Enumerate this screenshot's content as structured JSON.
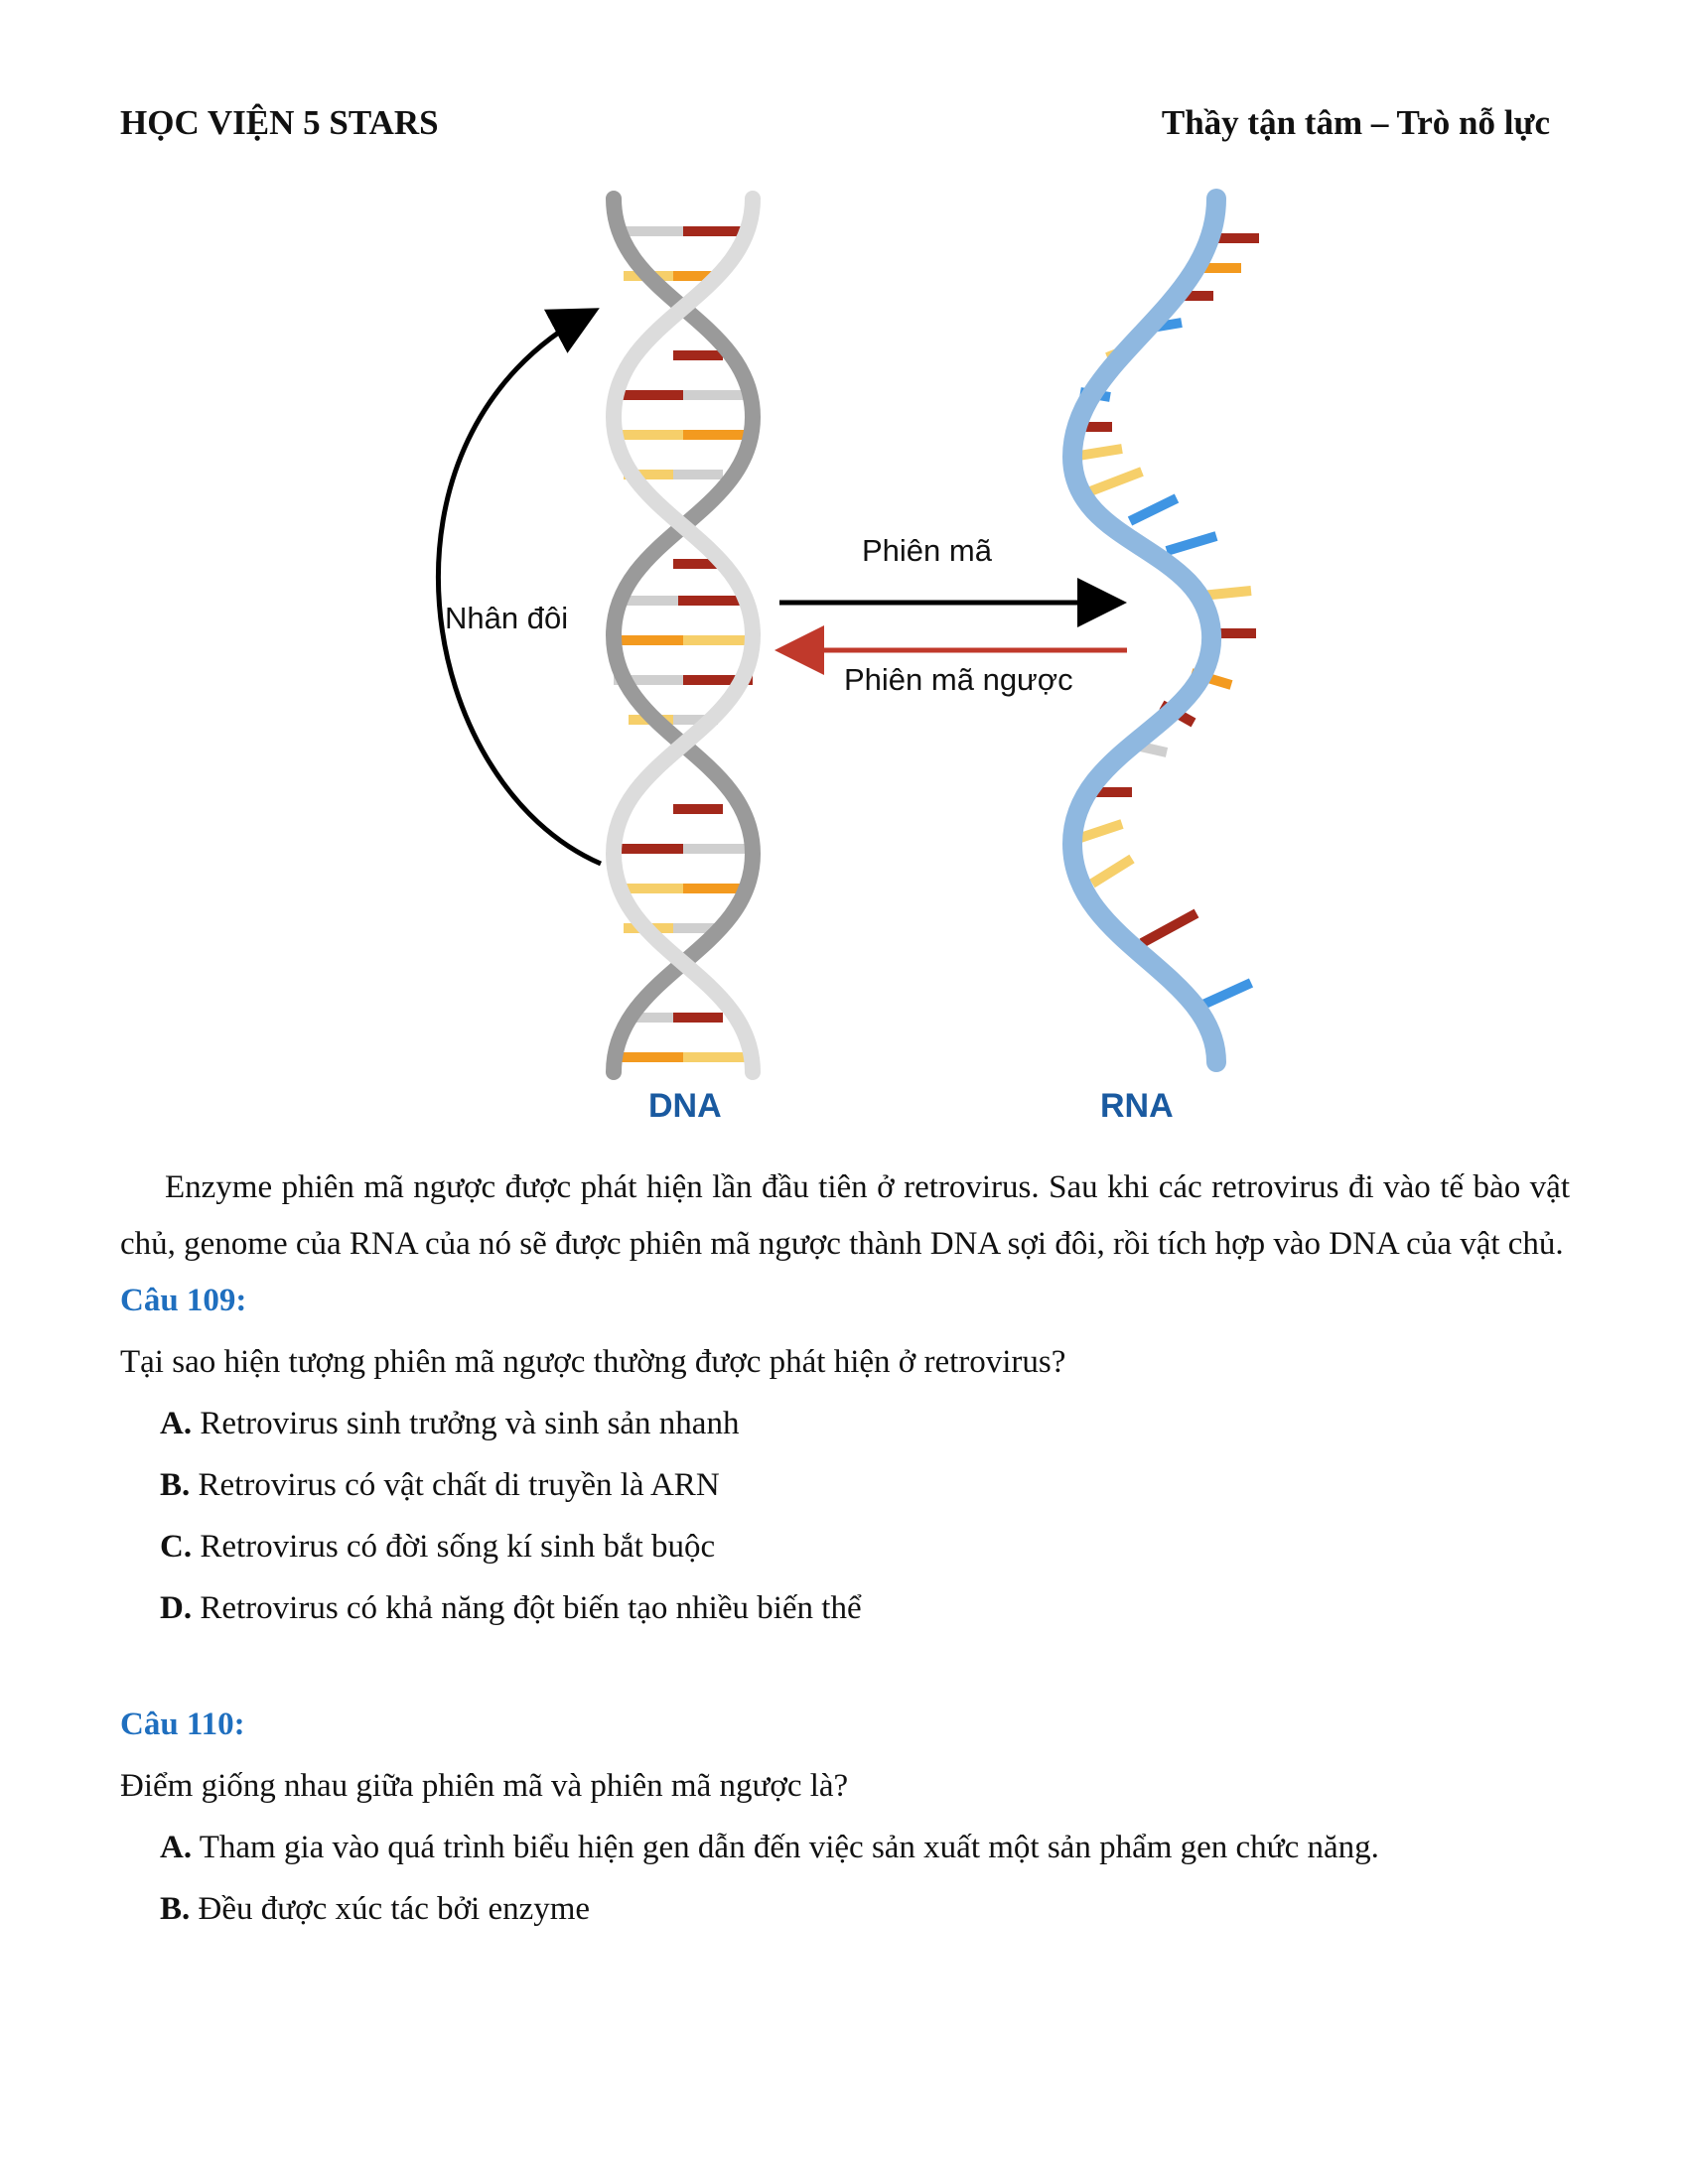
{
  "header": {
    "left": "HỌC VIỆN 5 STARS",
    "right": "Thầy tận tâm – Trò nỗ lực"
  },
  "figure": {
    "label_replication": "Nhân đôi",
    "label_transcription": "Phiên mã",
    "label_reverse_transcription": "Phiên mã ngược",
    "label_dna": "DNA",
    "label_rna": "RNA",
    "colors": {
      "dna_label": "#1a5aa0",
      "reverse_arrow": "#c0392b",
      "forward_arrow": "#000000",
      "rna_strand": "#8fb8e0",
      "dna_strand": "#bdbdbd",
      "base_red": "#a3281b",
      "base_orange": "#f39a1f",
      "base_yellow": "#f6cf6a",
      "base_blue": "#3f95e3",
      "base_gray": "#cfcfcf"
    }
  },
  "intro": "Enzyme phiên mã ngược được phát hiện lần đầu tiên ở retrovirus. Sau khi các retrovirus đi vào tế bào vật chủ, genome của RNA của nó sẽ được phiên mã ngược thành DNA sợi đôi, rồi tích hợp vào DNA của vật chủ.",
  "questions": [
    {
      "title": "Câu 109:",
      "text": "Tại sao hiện tượng phiên mã ngược thường được phát hiện ở retrovirus?",
      "options": [
        {
          "letter": "A.",
          "text": " Retrovirus sinh trưởng và sinh sản nhanh"
        },
        {
          "letter": "B.",
          "text": " Retrovirus có vật chất di truyền là ARN"
        },
        {
          "letter": "C.",
          "text": " Retrovirus có đời sống kí sinh bắt buộc"
        },
        {
          "letter": "D.",
          "text": " Retrovirus có khả năng đột biến tạo nhiều biến thể"
        }
      ]
    },
    {
      "title": "Câu 110:",
      "text": "Điểm giống nhau giữa phiên mã và phiên mã ngược là?",
      "options": [
        {
          "letter": "A.",
          "text": " Tham gia vào quá trình biểu hiện gen dẫn đến việc sản xuất một sản phẩm gen chức năng."
        },
        {
          "letter": "B.",
          "text": " Đều được xúc tác bởi enzyme"
        }
      ]
    }
  ]
}
